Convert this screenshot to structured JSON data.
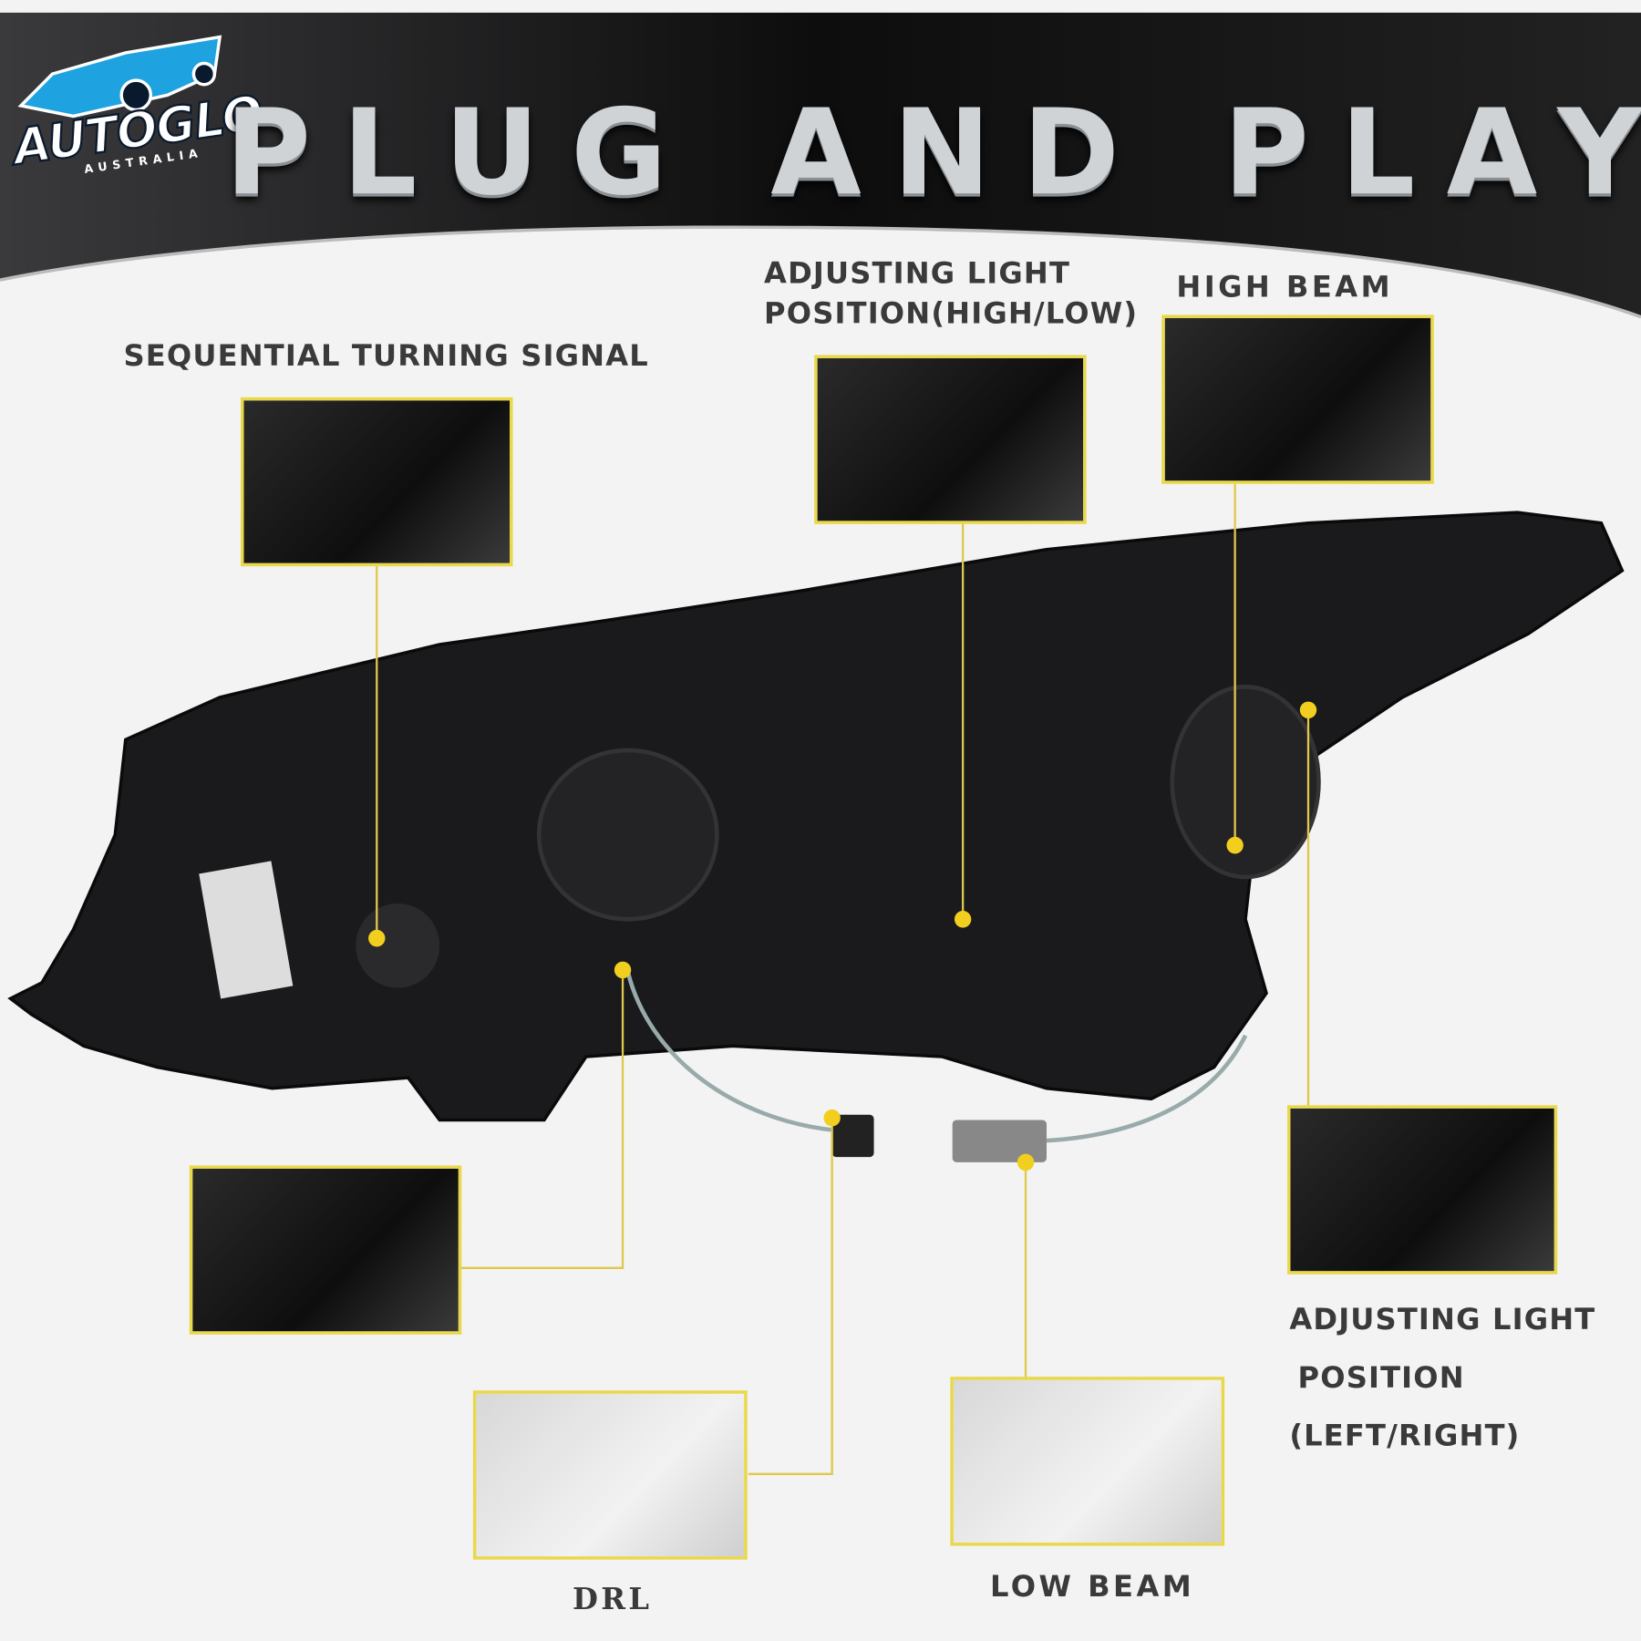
{
  "header": {
    "title": "PLUG AND PLAY"
  },
  "logo": {
    "name": "AUTOGLO",
    "subtitle": "AUSTRALIA"
  },
  "labels": {
    "sequential_turning_signal": "SEQUENTIAL TURNING SIGNAL",
    "adjusting_high_low_1": "ADJUSTING LIGHT",
    "adjusting_high_low_2": "POSITION(HIGH/LOW)",
    "high_beam": "HIGH BEAM",
    "adjusting_lr_1": "ADJUSTING LIGHT",
    "adjusting_lr_2": "POSITION",
    "adjusting_lr_3": "(LEFT/RIGHT)",
    "drl": "DRL",
    "low_beam": "LOW BEAM"
  },
  "colors": {
    "accent": "#e9d84a",
    "header_bg": "#111111",
    "logo_blue": "#1fa3e0"
  }
}
